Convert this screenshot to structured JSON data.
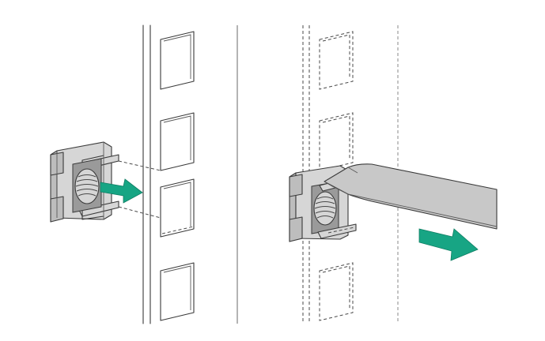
{
  "figure": {
    "panels": [
      {
        "id": "left",
        "action": "insert-cage-nut"
      },
      {
        "id": "right",
        "action": "remove-cage-nut-with-tool"
      }
    ],
    "colors": {
      "arrow": "#17a584",
      "line": "#3a3a3a",
      "nut_fill": "#d6d6d6",
      "tool_fill": "#c8c8c8"
    },
    "icons": [
      "cage-nut-icon",
      "insertion-tool-icon",
      "direction-arrow-icon"
    ]
  }
}
